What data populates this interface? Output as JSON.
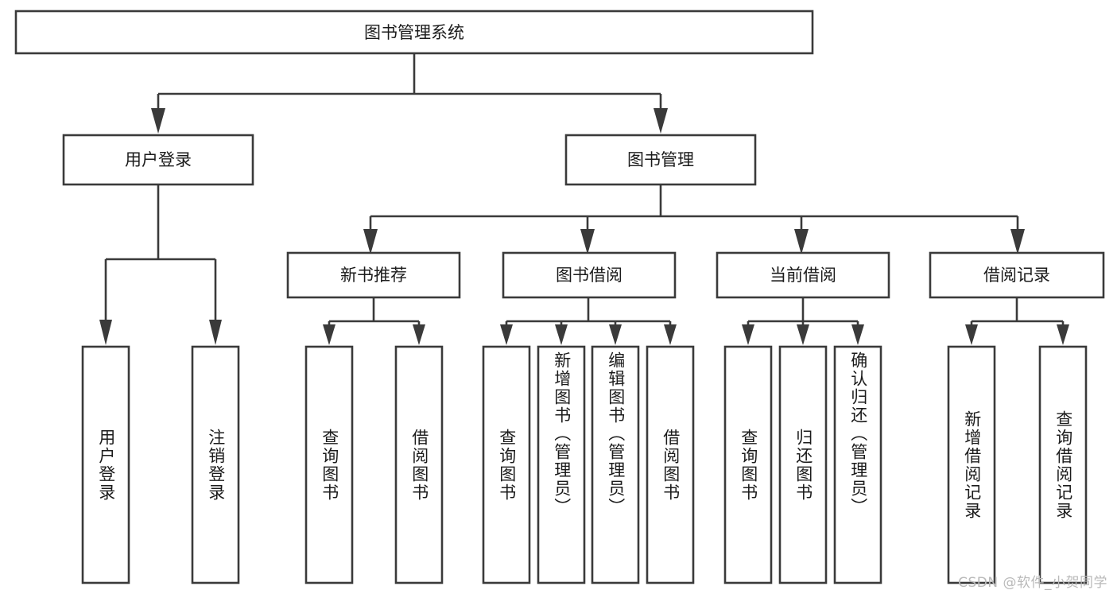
{
  "diagram": {
    "title": "图书管理系统",
    "type": "tree",
    "watermark": "CSDN @软件_小贺同学",
    "colors": {
      "stroke": "#3a3a3a",
      "fill": "#ffffff",
      "text": "#1b1b1b",
      "watermark": "#b9b9b9",
      "background": "#ffffff"
    },
    "levels": {
      "root": {
        "label": "图书管理系统"
      },
      "level2": [
        {
          "label": "用户登录"
        },
        {
          "label": "图书管理"
        }
      ],
      "level3": [
        {
          "label": "新书推荐"
        },
        {
          "label": "图书借阅"
        },
        {
          "label": "当前借阅"
        },
        {
          "label": "借阅记录"
        }
      ],
      "leaves": [
        {
          "label": "用户登录",
          "parent": "用户登录"
        },
        {
          "label": "注销登录",
          "parent": "用户登录"
        },
        {
          "label": "查询图书",
          "parent": "新书推荐"
        },
        {
          "label": "借阅图书",
          "parent": "新书推荐"
        },
        {
          "label": "查询图书",
          "parent": "图书借阅"
        },
        {
          "label": "新增图书（管理员）",
          "parent": "图书借阅"
        },
        {
          "label": "编辑图书（管理员）",
          "parent": "图书借阅"
        },
        {
          "label": "借阅图书",
          "parent": "图书借阅"
        },
        {
          "label": "查询图书",
          "parent": "当前借阅"
        },
        {
          "label": "归还图书",
          "parent": "当前借阅"
        },
        {
          "label": "确认归还（管理员）",
          "parent": "当前借阅"
        },
        {
          "label": "新增借阅记录",
          "parent": "借阅记录"
        },
        {
          "label": "查询借阅记录",
          "parent": "借阅记录"
        }
      ]
    }
  }
}
